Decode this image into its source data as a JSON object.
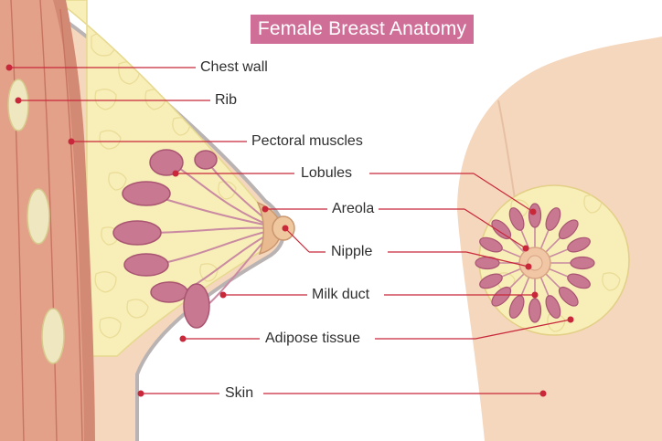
{
  "title": "Female Breast Anatomy",
  "labels": {
    "chest_wall": "Chest wall",
    "rib": "Rib",
    "pectoral_muscles": "Pectoral muscles",
    "lobules": "Lobules",
    "areola": "Areola",
    "nipple": "Nipple",
    "milk_duct": "Milk duct",
    "adipose_tissue": "Adipose tissue",
    "skin": "Skin"
  },
  "colors": {
    "title_bg": "#cf6f98",
    "leader": "#c8283a",
    "skin": "#f5d7bd",
    "fat": "#f7eeb8",
    "lobule": "#c97891",
    "muscle": "#e3a18a"
  }
}
